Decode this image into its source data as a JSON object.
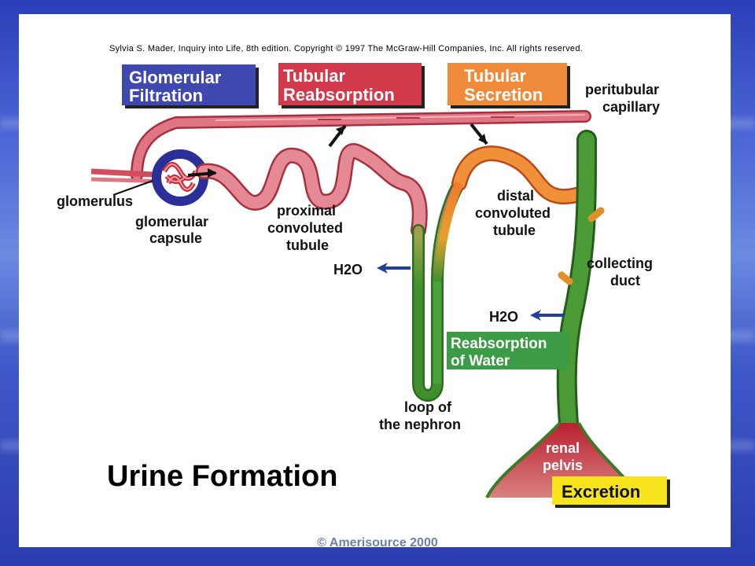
{
  "copyright": "Sylvia S. Mader, Inquiry into Life, 8th edition. Copyright © 1997 The McGraw-Hill Companies, Inc. All rights reserved.",
  "title": "Urine Formation",
  "footer": "© Amerisource 2000",
  "process_boxes": {
    "filtration": [
      "Glomerular",
      "Filtration"
    ],
    "reabsorption": [
      "Tubular",
      "Reabsorption"
    ],
    "secretion": [
      "Tubular",
      "Secretion"
    ],
    "water": [
      "Reabsorption",
      "of Water"
    ],
    "excretion": "Excretion"
  },
  "labels": {
    "peritubular": [
      "peritubular",
      "capillary"
    ],
    "glomerulus": "glomerulus",
    "capsule": [
      "glomerular",
      "capsule"
    ],
    "proximal": [
      "proximal",
      "convoluted",
      "tubule"
    ],
    "distal": [
      "distal",
      "convoluted",
      "tubule"
    ],
    "collecting": [
      "collecting",
      "duct"
    ],
    "loop": [
      "loop of",
      "the nephron"
    ],
    "pelvis": [
      "renal",
      "pelvis"
    ],
    "water_left": "H2O",
    "water_right": "H2O"
  },
  "colors": {
    "filtration": "#3f48b0",
    "reabsorption": "#d23a4c",
    "secretion": "#ee8a3a",
    "water": "#3c9b45",
    "excretion": "#f7e41c",
    "capillary": "#d44d5d",
    "tubule_green": "#3f8f2f"
  }
}
